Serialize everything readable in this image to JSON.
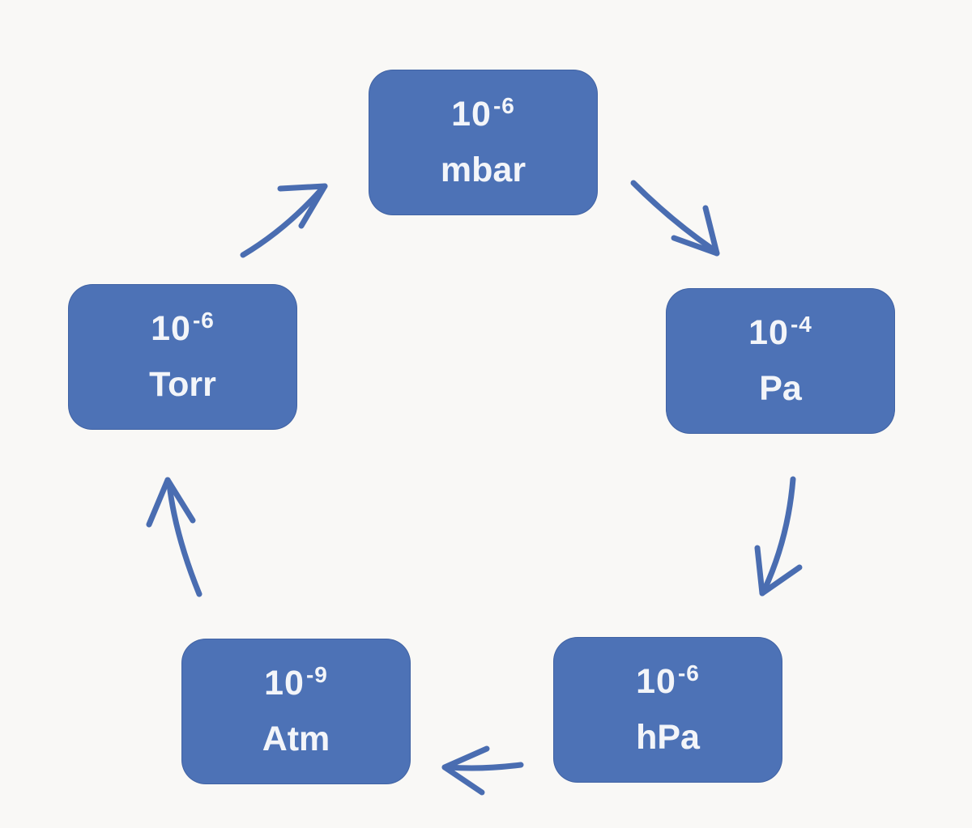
{
  "diagram": {
    "colors": {
      "background": "#f9f8f6",
      "node_fill": "#4d72b6",
      "node_text": "#f3f5f9",
      "arrow": "#4a6db1"
    },
    "nodes": [
      {
        "id": "mbar",
        "base": "10",
        "exponent": "-6",
        "unit": "mbar"
      },
      {
        "id": "pa",
        "base": "10",
        "exponent": "-4",
        "unit": "Pa"
      },
      {
        "id": "hpa",
        "base": "10",
        "exponent": "-6",
        "unit": "hPa"
      },
      {
        "id": "atm",
        "base": "10",
        "exponent": "-9",
        "unit": "Atm"
      },
      {
        "id": "torr",
        "base": "10",
        "exponent": "-6",
        "unit": "Torr"
      }
    ],
    "edges": [
      {
        "from": "torr",
        "to": "mbar"
      },
      {
        "from": "mbar",
        "to": "pa"
      },
      {
        "from": "pa",
        "to": "hpa"
      },
      {
        "from": "hpa",
        "to": "atm"
      },
      {
        "from": "atm",
        "to": "torr"
      }
    ]
  }
}
